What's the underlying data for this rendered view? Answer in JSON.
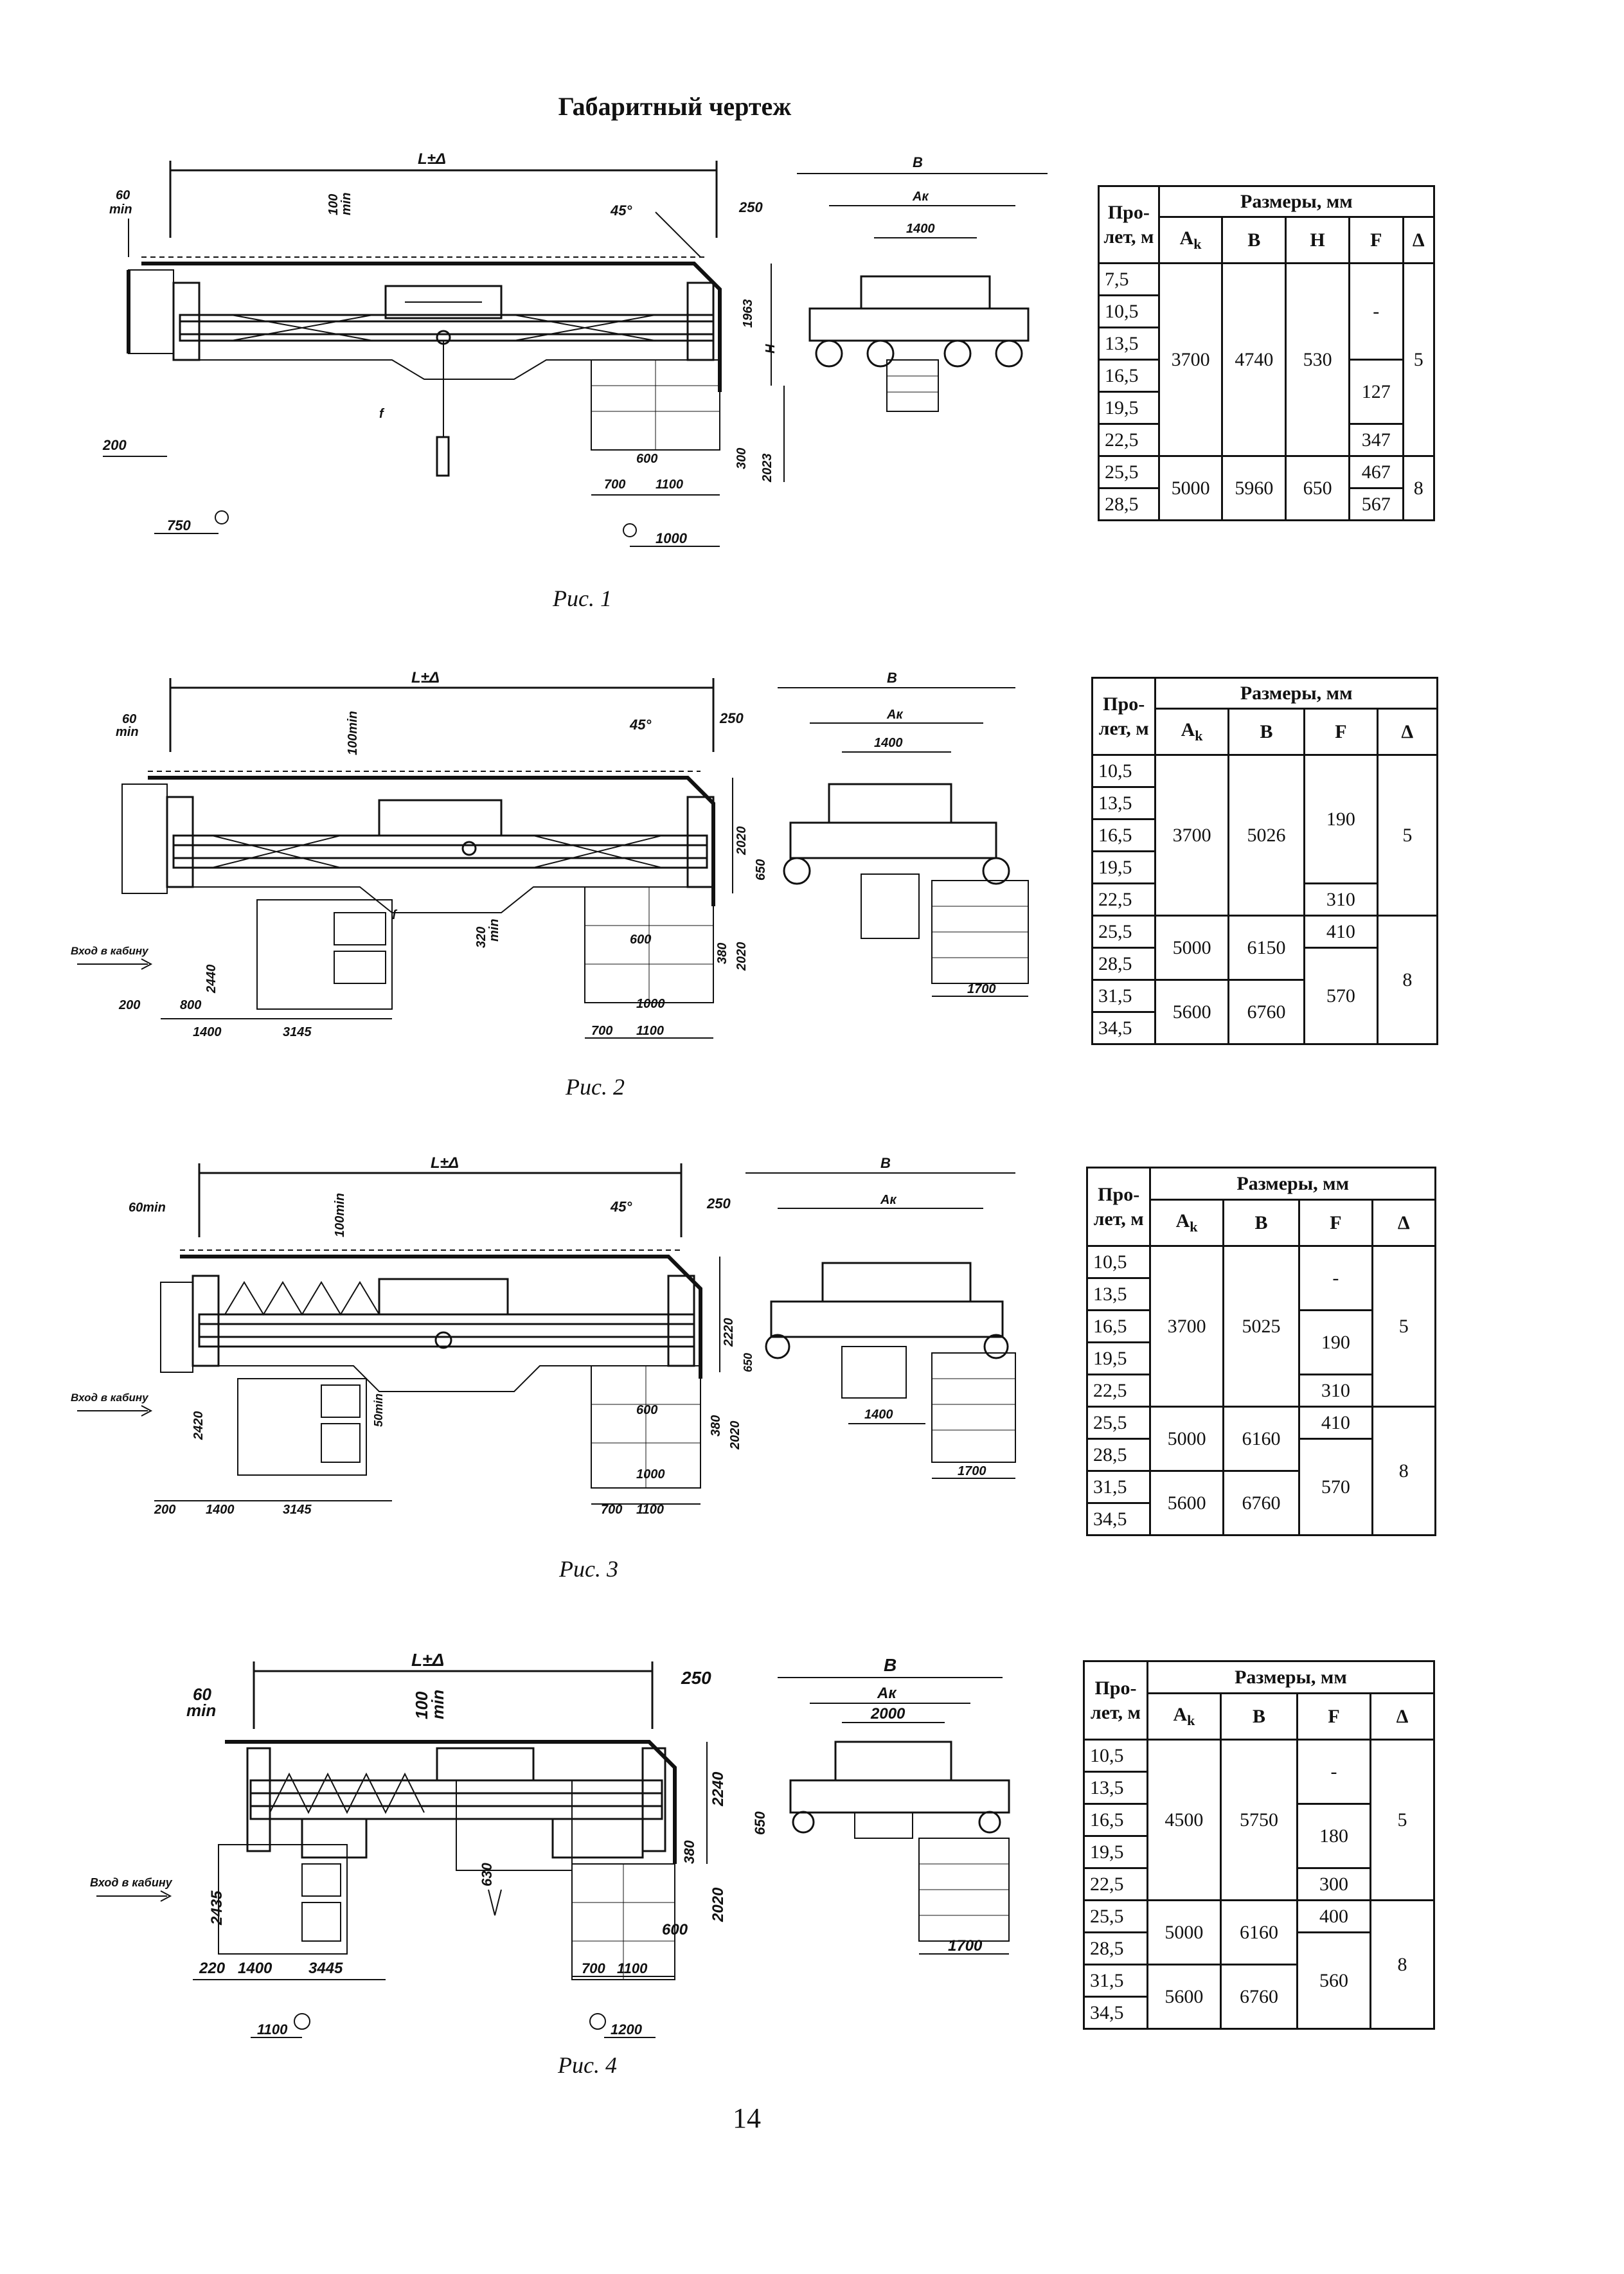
{
  "page": {
    "title": "Габаритный чертеж",
    "page_number": "14"
  },
  "figures": [
    {
      "caption": "Рис. 1",
      "labels": {
        "span": "L±Δ",
        "b": "B",
        "ak": "Aк",
        "w1400": "1400",
        "d60": "60",
        "min": "min",
        "d100": "100",
        "min2": "min",
        "deg45": "45°",
        "d250": "250",
        "d1963": "1963",
        "h": "H",
        "f": "f",
        "d200": "200",
        "d600": "600",
        "d300": "300",
        "d2023": "2023",
        "d700": "700",
        "d1100": "1100",
        "d750": "750",
        "d1000": "1000"
      }
    },
    {
      "caption": "Рис. 2",
      "labels": {
        "span": "L±Δ",
        "b": "B",
        "ak": "Aк",
        "w1400": "1400",
        "d60": "60",
        "min": "min",
        "d100": "100min",
        "deg45": "45°",
        "d250": "250",
        "d2020a": "2020",
        "d650": "650",
        "d2020b": "2020",
        "d380": "380",
        "d320": "320",
        "min2": "min",
        "f": "f",
        "entry": "Вход в кабину",
        "d2440": "2440",
        "d200": "200",
        "d800": "800",
        "d1400": "1400",
        "d3145": "3145",
        "d600": "600",
        "d1000": "1000",
        "d700": "700",
        "d1100": "1100",
        "d1700": "1700"
      }
    },
    {
      "caption": "Рис. 3",
      "labels": {
        "span": "L±Δ",
        "b": "B",
        "ak": "Aк",
        "d60": "60min",
        "d100": "100min",
        "deg45": "45°",
        "d250": "250",
        "d2220": "2220",
        "d650": "650",
        "d380": "380",
        "d2020": "2020",
        "d50": "50min",
        "entry": "Вход в кабину",
        "d2420": "2420",
        "d200": "200",
        "d1400": "1400",
        "d3145": "3145",
        "d600": "600",
        "d1000": "1000",
        "d700": "700",
        "d1100": "1100",
        "w1400": "1400",
        "d1700": "1700"
      }
    },
    {
      "caption": "Рис. 4",
      "labels": {
        "span": "L±Δ",
        "b": "B",
        "ak": "Aк",
        "w2000": "2000",
        "d60": "60",
        "min": "min",
        "d100": "100",
        "min2": "min",
        "d250": "250",
        "d2240": "2240",
        "d650": "650",
        "d380": "380",
        "d2020": "2020",
        "d630": "630",
        "d600": "600",
        "entry": "Вход в кабину",
        "d2435": "2435",
        "d220": "220",
        "d1400": "1400",
        "d3445": "3445",
        "d700": "700",
        "d1100": "1100",
        "d1700": "1700",
        "d1100b": "1100",
        "d1200": "1200"
      }
    }
  ],
  "tables": [
    {
      "header": {
        "span_label": "Про-лет, м",
        "group_label": "Размеры, мм",
        "ak": "A",
        "ak_sub": "k",
        "b": "B",
        "h": "H",
        "f": "F",
        "delta": "Δ"
      },
      "spans": [
        "7,5",
        "10,5",
        "13,5",
        "16,5",
        "19,5",
        "22,5",
        "25,5",
        "28,5"
      ],
      "ak": [
        "3700",
        "5000"
      ],
      "b": [
        "4740",
        "5960"
      ],
      "h": [
        "530",
        "650"
      ],
      "f": [
        "-",
        "127",
        "347",
        "467",
        "567"
      ],
      "delta": [
        "5",
        "8"
      ]
    },
    {
      "header": {
        "span_label": "Про-лет, м",
        "group_label": "Размеры, мм",
        "ak": "A",
        "ak_sub": "k",
        "b": "B",
        "f": "F",
        "delta": "Δ"
      },
      "spans": [
        "10,5",
        "13,5",
        "16,5",
        "19,5",
        "22,5",
        "25,5",
        "28,5",
        "31,5",
        "34,5"
      ],
      "ak": [
        "3700",
        "5000",
        "5600"
      ],
      "b": [
        "5026",
        "6150",
        "6760"
      ],
      "f": [
        "190",
        "310",
        "410",
        "570"
      ],
      "delta": [
        "5",
        "8"
      ]
    },
    {
      "header": {
        "span_label": "Про-лет, м",
        "group_label": "Размеры, мм",
        "ak": "A",
        "ak_sub": "k",
        "b": "B",
        "f": "F",
        "delta": "Δ"
      },
      "spans": [
        "10,5",
        "13,5",
        "16,5",
        "19,5",
        "22,5",
        "25,5",
        "28,5",
        "31,5",
        "34,5"
      ],
      "ak": [
        "3700",
        "5000",
        "5600"
      ],
      "b": [
        "5025",
        "6160",
        "6760"
      ],
      "f": [
        "-",
        "190",
        "310",
        "410",
        "570"
      ],
      "delta": [
        "5",
        "8"
      ]
    },
    {
      "header": {
        "span_label": "Про-лет, м",
        "group_label": "Размеры, мм",
        "ak": "A",
        "ak_sub": "k",
        "b": "B",
        "f": "F",
        "delta": "Δ"
      },
      "spans": [
        "10,5",
        "13,5",
        "16,5",
        "19,5",
        "22,5",
        "25,5",
        "28,5",
        "31,5",
        "34,5"
      ],
      "ak": [
        "4500",
        "5000",
        "5600"
      ],
      "b": [
        "5750",
        "6160",
        "6760"
      ],
      "f": [
        "-",
        "180",
        "300",
        "400",
        "560"
      ],
      "delta": [
        "5",
        "8"
      ]
    }
  ]
}
